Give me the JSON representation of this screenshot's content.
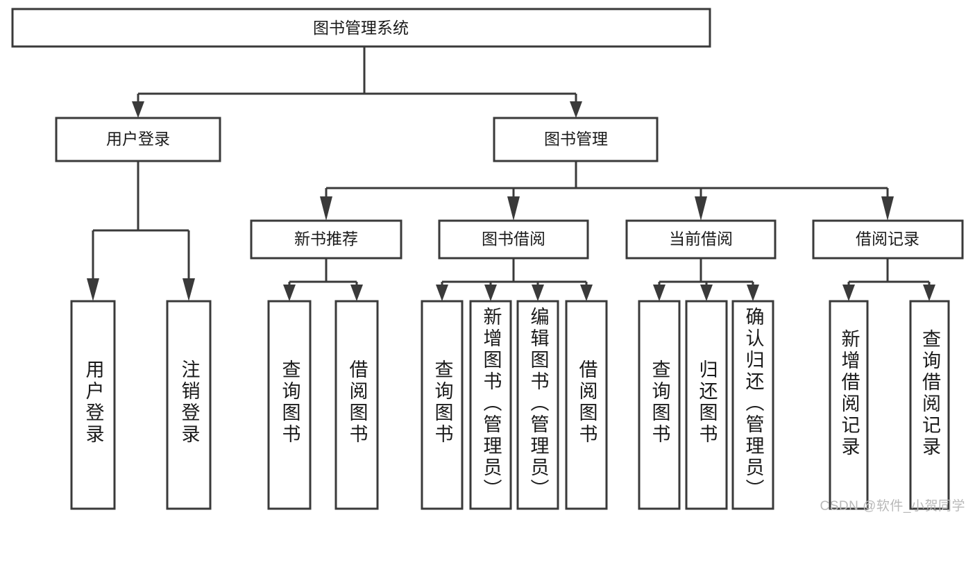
{
  "diagram": {
    "title": "图书管理系统",
    "type": "tree-hierarchy",
    "watermark": "CSDN @软件_小贺同学",
    "root": {
      "id": "root",
      "label": "图书管理系统",
      "orientation": "horizontal"
    },
    "level2": [
      {
        "id": "user-login",
        "label": "用户登录",
        "orientation": "horizontal"
      },
      {
        "id": "book-management",
        "label": "图书管理",
        "orientation": "horizontal"
      }
    ],
    "level3": [
      {
        "id": "new-book-recommend",
        "label": "新书推荐",
        "orientation": "horizontal",
        "parent": "book-management"
      },
      {
        "id": "book-borrow",
        "label": "图书借阅",
        "orientation": "horizontal",
        "parent": "book-management"
      },
      {
        "id": "current-borrow",
        "label": "当前借阅",
        "orientation": "horizontal",
        "parent": "book-management"
      },
      {
        "id": "borrow-record",
        "label": "借阅记录",
        "orientation": "horizontal",
        "parent": "book-management"
      }
    ],
    "leaves": [
      {
        "id": "leaf-user-login",
        "label": "用户登录",
        "parent": "user-login",
        "orientation": "vertical"
      },
      {
        "id": "leaf-user-logout",
        "label": "注销登录",
        "parent": "user-login",
        "orientation": "vertical"
      },
      {
        "id": "leaf-query-book-1",
        "label": "查询图书",
        "parent": "new-book-recommend",
        "orientation": "vertical"
      },
      {
        "id": "leaf-borrow-book-1",
        "label": "借阅图书",
        "parent": "new-book-recommend",
        "orientation": "vertical"
      },
      {
        "id": "leaf-query-book-2",
        "label": "查询图书",
        "parent": "book-borrow",
        "orientation": "vertical"
      },
      {
        "id": "leaf-add-book",
        "label": "新增图书（管理员）",
        "parent": "book-borrow",
        "orientation": "vertical"
      },
      {
        "id": "leaf-edit-book",
        "label": "编辑图书（管理员）",
        "parent": "book-borrow",
        "orientation": "vertical"
      },
      {
        "id": "leaf-borrow-book-2",
        "label": "借阅图书",
        "parent": "book-borrow",
        "orientation": "vertical"
      },
      {
        "id": "leaf-query-book-3",
        "label": "查询图书",
        "parent": "current-borrow",
        "orientation": "vertical"
      },
      {
        "id": "leaf-return-book",
        "label": "归还图书",
        "parent": "current-borrow",
        "orientation": "vertical"
      },
      {
        "id": "leaf-confirm-return",
        "label": "确认归还（管理员）",
        "parent": "current-borrow",
        "orientation": "vertical"
      },
      {
        "id": "leaf-add-record",
        "label": "新增借阅记录",
        "parent": "borrow-record",
        "orientation": "vertical"
      },
      {
        "id": "leaf-query-record",
        "label": "查询借阅记录",
        "parent": "borrow-record",
        "orientation": "vertical"
      }
    ],
    "colors": {
      "box_stroke": "#3a3a3a",
      "box_fill": "#ffffff",
      "text": "#1a1a1a",
      "connector": "#3a3a3a",
      "background": "#ffffff",
      "watermark": "#b9b9b9"
    }
  }
}
